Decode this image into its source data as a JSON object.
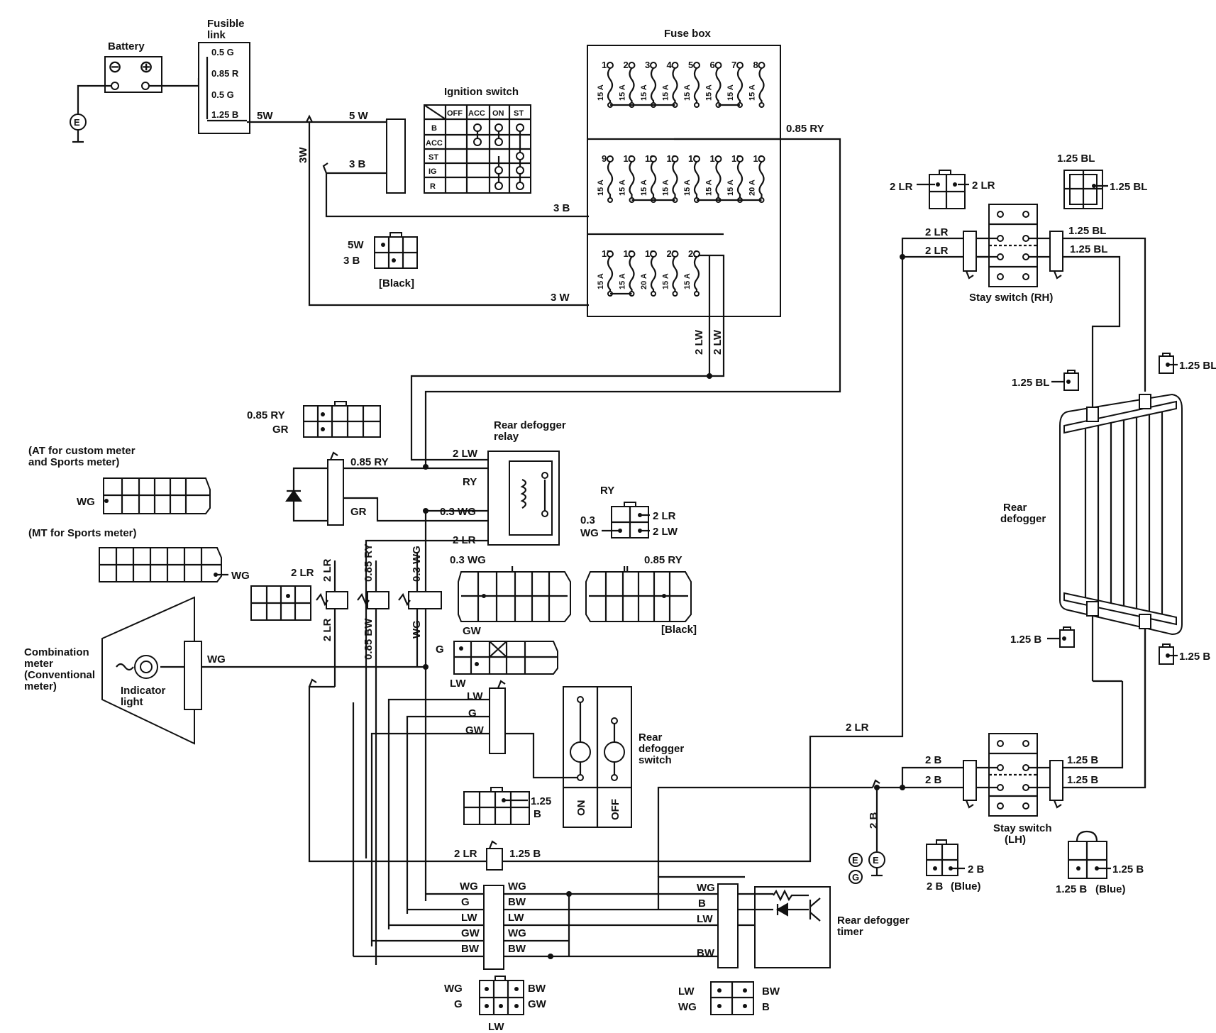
{
  "battery": {
    "title": "Battery",
    "neg": "⊖",
    "pos": "⊕",
    "ground": "E"
  },
  "fusible_link": {
    "title1": "Fusible",
    "title2": "link",
    "rows": [
      "0.5 G",
      "0.85 R",
      "0.5 G",
      "1.25 B"
    ]
  },
  "ignition": {
    "title": "Ignition switch",
    "cols": [
      "OFF",
      "ACC",
      "ON",
      "ST"
    ],
    "rows": [
      "B",
      "ACC",
      "ST",
      "IG",
      "R"
    ]
  },
  "fuse_box": {
    "title": "Fuse box",
    "row1_nums": [
      "1",
      "2",
      "3",
      "4",
      "5",
      "6",
      "7",
      "8"
    ],
    "row1_amps": [
      "15 A",
      "15 A",
      "15 A",
      "15 A",
      "15 A",
      "15 A",
      "15 A",
      "15 A"
    ],
    "row2_nums": [
      "9",
      "10",
      "11",
      "12",
      "13",
      "14",
      "15",
      "16"
    ],
    "row2_amps": [
      "15 A",
      "15 A",
      "15 A",
      "15 A",
      "15 A",
      "15 A",
      "15 A",
      "20 A"
    ],
    "row3_nums": [
      "17",
      "18",
      "19",
      "20",
      "21"
    ],
    "row3_amps": [
      "15 A",
      "15 A",
      "20 A",
      "15 A",
      "15 A"
    ]
  },
  "wires": {
    "w5w": "5W",
    "w5w2": "5 W",
    "w3w_v": "3W",
    "w3b": "3 B",
    "w3b2": "3 B",
    "w3w": "3 W",
    "w085ry": "0.85 RY",
    "w2lw_a": "2 LW",
    "w2lw_b": "2 LW",
    "relay_2lw": "2 LW",
    "relay_ry": "RY",
    "relay_03wg": "0.3 WG",
    "relay_2lr": "2 LR",
    "diode_085ry": "0.85 RY",
    "diode_gr": "GR",
    "v_2lr_top": "2 LR",
    "v_085ry": "0.85 RY",
    "v_03wg": "0.3 WG",
    "v_2lr_bot": "2 LR",
    "v_085bw": "0.85 BW",
    "v_wg": "WG",
    "meter_wg": "WG",
    "sw_lw": "LW",
    "sw_g": "G",
    "sw_gw": "GW",
    "bot_2lr": "2 LR",
    "bot_125b": "1.25 B",
    "right_2lr": "2 LR",
    "gnd_2b_v": "2 B",
    "gnd_2b_a": "2 B",
    "gnd_2b_b": "2 B",
    "lh_125b_a": "1.25 B",
    "lh_125b_b": "1.25 B",
    "rh_2lr_a": "2 LR",
    "rh_2lr_b": "2 LR",
    "rh_125bl_a": "1.25 BL",
    "rh_125bl_b": "1.25 BL",
    "jc_left": [
      "WG",
      "G",
      "LW",
      "GW",
      "BW"
    ],
    "jc_right": [
      "WG",
      "BW",
      "LW",
      "WG",
      "BW"
    ],
    "timer_in": [
      "WG",
      "B",
      "LW",
      "BW"
    ]
  },
  "connectors": {
    "ign_conn_5w": "5W",
    "ign_conn_3b": "3 B",
    "ign_conn_note": "[Black]",
    "c1_085ry": "0.85 RY",
    "c1_gr": "GR",
    "at_note1": "(AT for custom meter",
    "at_note2": "and Sports meter)",
    "at_wg": "WG",
    "mt_note": "(MT for Sports meter)",
    "mt_wg": "WG",
    "c2lr": "2 LR",
    "relay_conn_ry": "RY",
    "relay_conn_03": "0.3",
    "relay_conn_wg": "WG",
    "relay_conn_2lr": "2 LR",
    "relay_conn_2lw": "2 LW",
    "conn_i_03wg": "0.3 WG",
    "conn_i_label": "I",
    "conn_ii_label": "II",
    "conn_ii_085ry": "0.85 RY",
    "conn_ii_note": "[Black]",
    "conn_g_gw": "GW",
    "conn_g_g": "G",
    "conn_g_lw": "LW",
    "sw_conn_125": "1.25",
    "sw_conn_b": "B",
    "bot_l_wg": "WG",
    "bot_l_g": "G",
    "bot_l_lw": "LW",
    "bot_l_bw": "BW",
    "bot_l_gw": "GW",
    "bot_r_lw": "LW",
    "bot_r_wg": "WG",
    "bot_r_bw": "BW",
    "bot_r_b": "B",
    "top_r_2lr_a": "2 LR",
    "top_r_2lr_b": "2 LR",
    "top_r_125bl": "1.25 BL",
    "top_r_125bl_b": "1.25 BL",
    "def_125bl_l": "1.25 BL",
    "def_125bl_r": "1.25 BL",
    "def_125b_l": "1.25 B",
    "def_125b_r": "1.25 B",
    "lh_conn_2b": "2 B",
    "lh_conn_2b_b": "2 B",
    "lh_conn_blue": "(Blue)",
    "lh_conn_125b": "1.25 B",
    "lh_conn_125b_b": "1.25 B",
    "lh_conn_blue2": "(Blue)",
    "gnd_e1": "E",
    "gnd_e2": "E",
    "gnd_g": "G"
  },
  "components": {
    "relay_title1": "Rear defogger",
    "relay_title2": "relay",
    "meter_1": "Combination",
    "meter_2": "meter",
    "meter_3": "(Conventional",
    "meter_4": "meter)",
    "indicator_1": "Indicator",
    "indicator_2": "light",
    "switch_1": "Rear",
    "switch_2": "defogger",
    "switch_3": "switch",
    "switch_on": "ON",
    "switch_off": "OFF",
    "timer_1": "Rear defogger",
    "timer_2": "timer",
    "stay_rh": "Stay switch (RH)",
    "stay_lh_1": "Stay switch",
    "stay_lh_2": "(LH)",
    "defogger_1": "Rear",
    "defogger_2": "defogger"
  }
}
